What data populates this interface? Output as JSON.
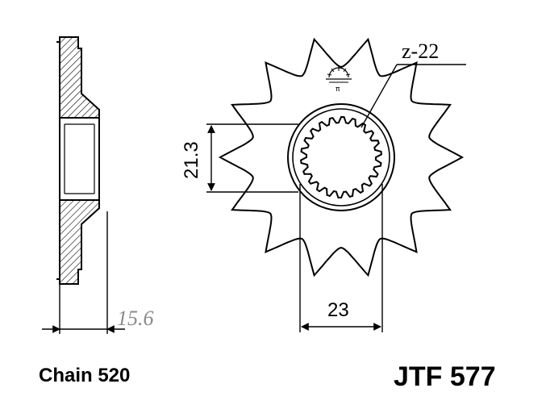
{
  "diagram": {
    "side_view": {
      "thickness_label": "15.6"
    },
    "front_view": {
      "teeth_count_label": "z-22",
      "height_label": "21.3",
      "width_label": "23",
      "tooth_count": 14
    }
  },
  "footer": {
    "chain_label": "Chain 520",
    "part_number": "JTF 577"
  },
  "colors": {
    "line": "#000000",
    "hatch": "#000000",
    "muted_label": "#8a8a8a",
    "background": "#ffffff"
  }
}
